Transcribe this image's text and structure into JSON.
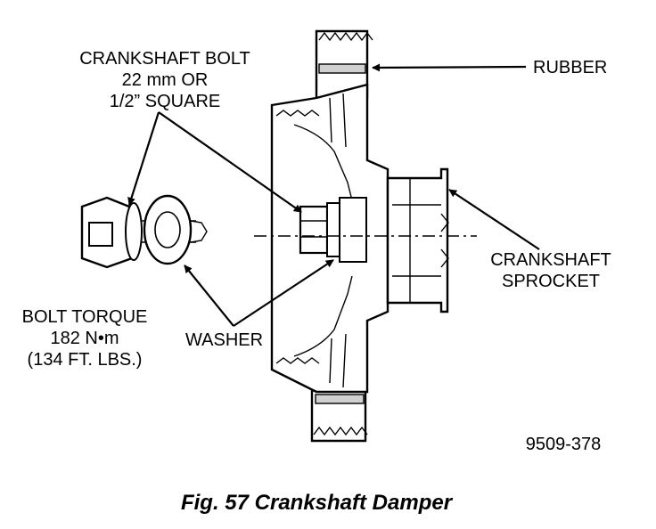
{
  "labels": {
    "bolt": [
      "CRANKSHAFT BOLT",
      "22 mm OR",
      "1/2” SQUARE"
    ],
    "rubber": "RUBBER",
    "sprocket": [
      "CRANKSHAFT",
      "SPROCKET"
    ],
    "torque": [
      "BOLT TORQUE",
      "182 N•m",
      "(134 FT. LBS.)"
    ],
    "washer": "WASHER",
    "part_number": "9509-378"
  },
  "caption": "Fig. 57 Crankshaft Damper"
}
